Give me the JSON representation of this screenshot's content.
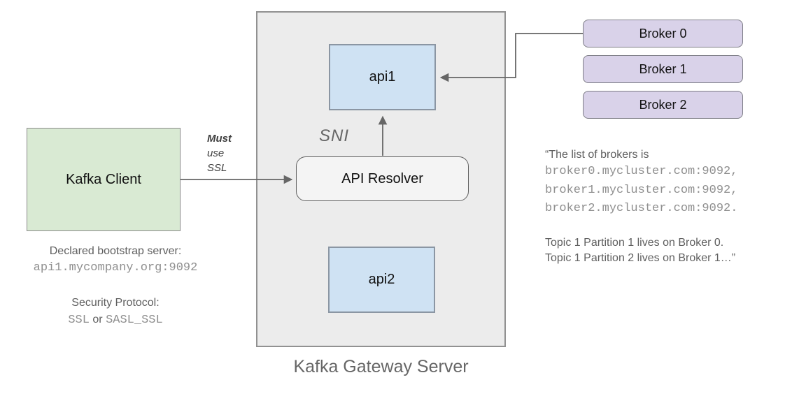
{
  "gateway": {
    "title": "Kafka Gateway Server",
    "api1_label": "api1",
    "api2_label": "api2",
    "resolver_label": "API Resolver",
    "sni_label": "SNI"
  },
  "client": {
    "label": "Kafka Client",
    "bootstrap_caption": "Declared bootstrap server:",
    "bootstrap_address": "api1.mycompany.org:9092",
    "security_caption": "Security Protocol:",
    "security_option1": "SSL",
    "security_conjunction": "or",
    "security_option2": "SASL_SSL"
  },
  "ssl_note": {
    "line1": "Must",
    "line2": "use",
    "line3": "SSL"
  },
  "brokers": [
    {
      "label": "Broker 0"
    },
    {
      "label": "Broker 1"
    },
    {
      "label": "Broker 2"
    }
  ],
  "broker_note": {
    "intro": "“The list of brokers is",
    "addresses": [
      "broker0.mycluster.com:9092,",
      "broker1.mycluster.com:9092,",
      "broker2.mycluster.com:9092."
    ],
    "topic_line1": "Topic 1 Partition 1 lives on Broker 0.",
    "topic_line2": "Topic 1 Partition 2 lives on Broker 1…”"
  },
  "colors": {
    "client_fill": "#d9ead3",
    "api_fill": "#cfe2f3",
    "broker_fill": "#d9d2e9",
    "gateway_fill": "#ececec",
    "resolver_fill": "#f4f4f4",
    "connector_line": "#666666",
    "gray_text": "#5f5f5f",
    "mono_text": "#8f8f8f"
  }
}
